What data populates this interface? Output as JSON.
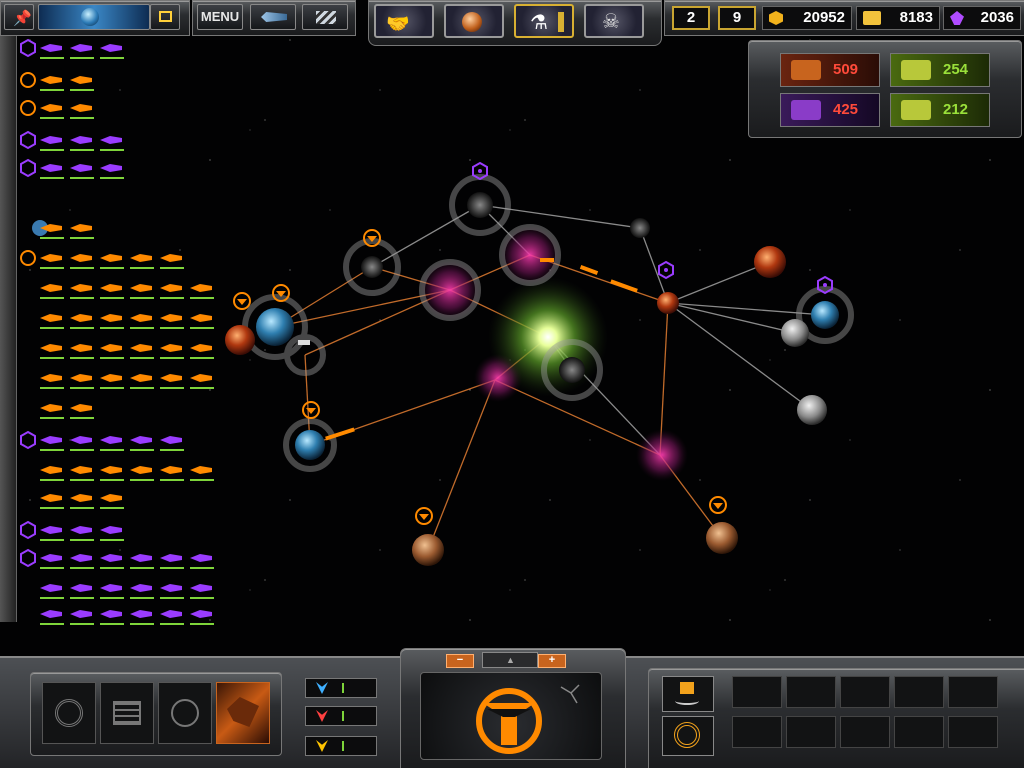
{
  "topbar": {
    "menu_label": "MENU",
    "turn_a": "2",
    "turn_b": "9",
    "credits": "20952",
    "metal": "8183",
    "crystal": "2036",
    "center_buttons": [
      "diplomacy-icon",
      "planets-icon",
      "research-icon",
      "pirates-icon"
    ]
  },
  "stats": {
    "metal_income": "509",
    "credits_income": "254",
    "crystal_income": "425",
    "credits_upkeep": "212"
  },
  "colors": {
    "tec": "#ff8a00",
    "advent": "#9a3cff",
    "health": "#7ed43a",
    "shield": "#3fd0ff",
    "lane": "#c06a2a",
    "lane_neutral": "#8a8a8a"
  },
  "map": {
    "planets": [
      {
        "name": "planet-player-homeworld",
        "type": "terran",
        "owner": "tec"
      },
      {
        "name": "planet-volcanic-west",
        "type": "volcanic",
        "owner": "tec"
      },
      {
        "name": "planet-ice-west",
        "type": "ice",
        "owner": "tec"
      },
      {
        "name": "planet-asteroid-nw",
        "type": "asteroid",
        "owner": "tec"
      },
      {
        "name": "planet-asteroid-north",
        "type": "asteroid",
        "owner": "advent"
      },
      {
        "name": "planet-asteroid-center",
        "type": "asteroid",
        "owner": "tec"
      },
      {
        "name": "planet-desert-south",
        "type": "desert",
        "owner": "tec"
      },
      {
        "name": "planet-desert-southeast",
        "type": "desert",
        "owner": "tec"
      },
      {
        "name": "planet-terran-east",
        "type": "terran",
        "owner": "advent"
      },
      {
        "name": "planet-moon-east",
        "type": "moon",
        "owner": "neutral"
      },
      {
        "name": "planet-moon-southeast",
        "type": "moon",
        "owner": "neutral"
      },
      {
        "name": "planet-volcanic-east",
        "type": "volcanic",
        "owner": "neutral"
      },
      {
        "name": "planet-asteroid-ne",
        "type": "asteroid",
        "owner": "neutral"
      },
      {
        "name": "planet-volcanic-central",
        "type": "volcanic",
        "owner": "advent"
      }
    ],
    "star": "sun-glow"
  },
  "bottom": {
    "tab_icons": [
      "targeting-icon",
      "building-icon",
      "handshake-icon",
      "ship-portrait"
    ],
    "nav_minus": "−",
    "nav_plus": "+",
    "center_emblem": "tec-emblem-icon",
    "indicators": [
      {
        "name": "fleet-indicator-blue",
        "color": "#3fb0ff"
      },
      {
        "name": "fleet-indicator-red",
        "color": "#ff4040"
      },
      {
        "name": "fleet-indicator-yellow",
        "color": "#ffc400"
      }
    ]
  }
}
